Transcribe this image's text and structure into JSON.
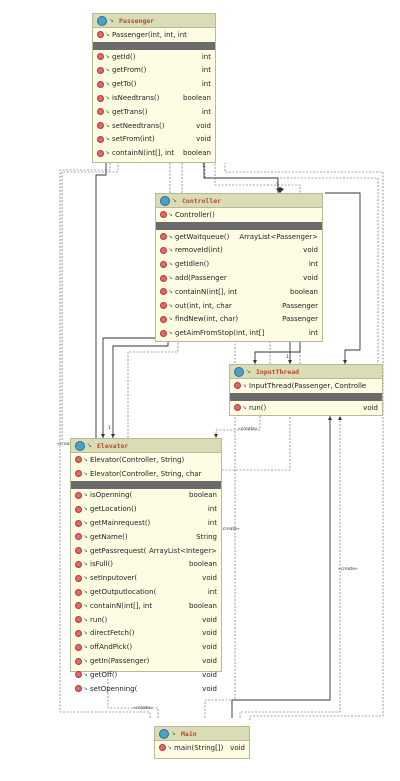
{
  "classes": {
    "passenger": {
      "name": "Passenger",
      "constructors": [
        {
          "sig": "Passenger(int, int, int",
          "ret": ""
        }
      ],
      "methods": [
        {
          "sig": "getId()",
          "ret": "int"
        },
        {
          "sig": "getFrom()",
          "ret": "int"
        },
        {
          "sig": "getTo()",
          "ret": "int"
        },
        {
          "sig": "isNeedtrans()",
          "ret": "boolean"
        },
        {
          "sig": "getTrans()",
          "ret": "int"
        },
        {
          "sig": "setNeedtrans()",
          "ret": "void"
        },
        {
          "sig": "setFrom(int)",
          "ret": "void"
        },
        {
          "sig": "containN(int[], int",
          "ret": "boolean"
        }
      ]
    },
    "controller": {
      "name": "Controller",
      "constructors": [
        {
          "sig": "Controller()",
          "ret": ""
        }
      ],
      "methods": [
        {
          "sig": "getWaitqueue()",
          "ret": "ArrayList<Passenger>"
        },
        {
          "sig": "removeId(int)",
          "ret": "void"
        },
        {
          "sig": "getIdlen()",
          "ret": "int"
        },
        {
          "sig": "add(Passenger",
          "ret": "void"
        },
        {
          "sig": "containN(int[], int",
          "ret": "boolean"
        },
        {
          "sig": "out(int, int, char",
          "ret": "Passenger"
        },
        {
          "sig": "findNew(int, char)",
          "ret": "Passenger"
        },
        {
          "sig": "getAimFromStop(int, int[]",
          "ret": "int"
        }
      ]
    },
    "inputthread": {
      "name": "InputThread",
      "constructors": [
        {
          "sig": "InputThread(Passenger, Controlle",
          "ret": ""
        }
      ],
      "methods": [
        {
          "sig": "run()",
          "ret": "void"
        }
      ]
    },
    "elevator": {
      "name": "Elevator",
      "constructors": [
        {
          "sig": "Elevator(Controller, String)",
          "ret": ""
        },
        {
          "sig": "Elevator(Controller, String, char",
          "ret": ""
        }
      ],
      "methods": [
        {
          "sig": "isOpenning(",
          "ret": "boolean"
        },
        {
          "sig": "getLocation()",
          "ret": "int"
        },
        {
          "sig": "getMainrequest()",
          "ret": "int"
        },
        {
          "sig": "getName()",
          "ret": "String"
        },
        {
          "sig": "getPassrequest(",
          "ret": "ArrayList<Integer>"
        },
        {
          "sig": "isFull()",
          "ret": "boolean"
        },
        {
          "sig": "setInputover(",
          "ret": "void"
        },
        {
          "sig": "getOutputlocation(",
          "ret": "int"
        },
        {
          "sig": "containN(int[], int",
          "ret": "boolean"
        },
        {
          "sig": "run()",
          "ret": "void"
        },
        {
          "sig": "directFetch()",
          "ret": "void"
        },
        {
          "sig": "offAndPick()",
          "ret": "void"
        },
        {
          "sig": "getIn(Passenger)",
          "ret": "void"
        },
        {
          "sig": "getOff()",
          "ret": "void"
        },
        {
          "sig": "setOpenning(",
          "ret": "void"
        }
      ]
    },
    "main": {
      "name": "Main",
      "constructors": [],
      "methods": [
        {
          "sig": "main(String[])",
          "ret": "void"
        }
      ]
    }
  },
  "labels": {
    "create": "«create»",
    "one": "1",
    "star": "*"
  }
}
